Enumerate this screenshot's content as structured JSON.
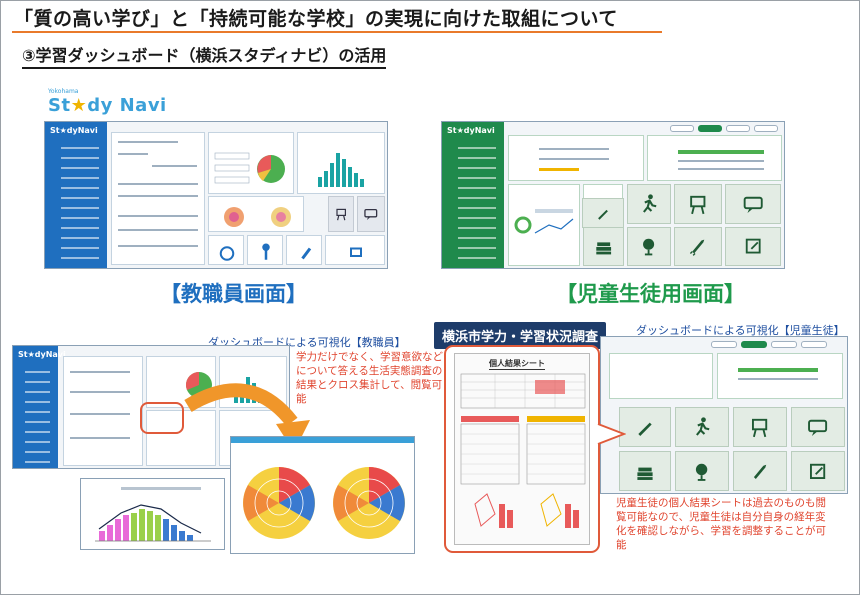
{
  "header": {
    "title": "「質の高い学び」と「持続可能な学校」の実現に向けた取組について",
    "subtitle": "③学習ダッシュボード（横浜スタディナビ）の活用"
  },
  "logo": {
    "small": "Yokohama",
    "main_prefix": "St",
    "main_star": "★",
    "main_suffix": "dy Navi"
  },
  "captions": {
    "teacher": "【教職員画面】",
    "student": "【児童生徒用画面】"
  },
  "lower_left": {
    "label": "ダッシュボードによる可視化【教職員】",
    "note": "学力だけでなく、学習意欲などについて答える生活実態調査の結果とクロス集計して、閲覧可能"
  },
  "lower_right": {
    "tag": "横浜市学力・学習状況調査",
    "label": "ダッシュボードによる可視化【児童生徒】",
    "sheet_title": "個人結果シート",
    "note": "児童生徒の個人結果シートは過去のものも閲覧可能なので、児童生徒は自分自身の経年変化を確認しながら、学習を調整することが可能"
  },
  "colors": {
    "accent_orange": "#e97a2b",
    "teacher_blue": "#1f6fbf",
    "student_green": "#1f9a4c",
    "note_red": "#e0452f",
    "tag_navy": "#1e3c6a"
  },
  "icons": [
    "pencil-icon",
    "runner-icon",
    "easel-icon",
    "chat-icon",
    "books-icon",
    "globe-icon",
    "rocket-icon",
    "notebook-icon"
  ]
}
